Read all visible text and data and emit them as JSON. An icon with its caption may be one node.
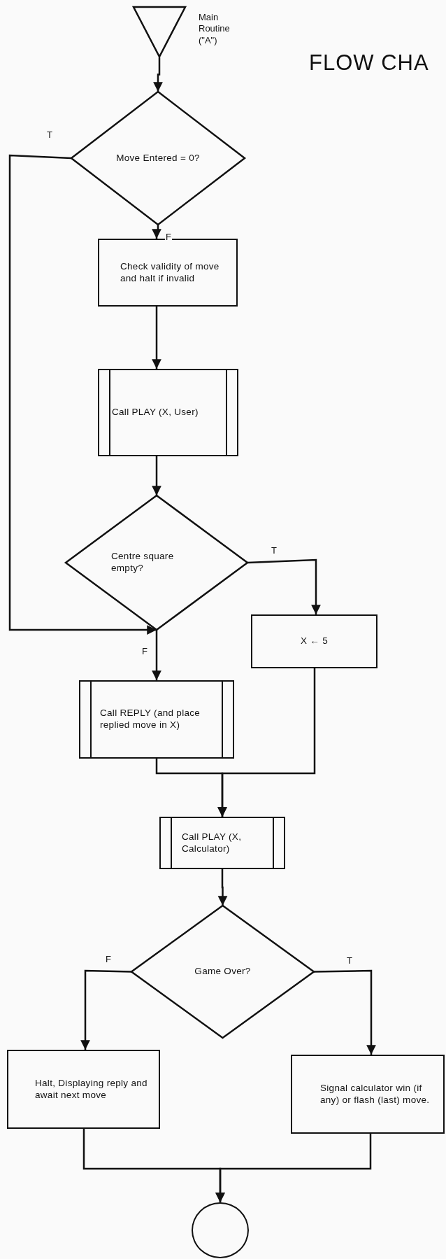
{
  "diagram": {
    "title": "FLOW CHA",
    "nodes": [
      {
        "text": [],
        "shape": "triangle",
        "beside": [
          "Main Routine (\"A\")"
        ]
      },
      {
        "text": [
          "Move Entered = 0?"
        ]
      },
      {
        "text": [
          "Check validity of move and halt if invalid"
        ]
      },
      {
        "text": [
          "Call PLAY (X, User)"
        ]
      },
      {
        "text": [
          "Centre square empty?"
        ]
      },
      {
        "text": [
          "X ← 5"
        ]
      },
      {
        "text": [
          "Call REPLY (and place replied move in X)"
        ]
      },
      {
        "text": [
          "Call PLAY (X, Calculator)"
        ]
      },
      {
        "text": [
          "Game Over?"
        ]
      },
      {
        "text": [
          "Halt, Displaying reply and await next move"
        ]
      },
      {
        "text": [
          "Signal calculator win (if any) or flash (last) move."
        ]
      },
      {
        "text": [],
        "shape": "circle"
      }
    ],
    "edges": [
      {
        "from": 0,
        "to": 1,
        "arrow": "to"
      },
      {
        "from": 1,
        "to": 2,
        "arrow": "to",
        "label": "F"
      },
      {
        "from": 1,
        "to": 4,
        "arrow": "to",
        "label": "T"
      },
      {
        "from": 2,
        "to": 3,
        "arrow": "to"
      },
      {
        "from": 3,
        "to": 4,
        "arrow": "to"
      },
      {
        "from": 4,
        "to": 5,
        "arrow": "to",
        "label": "T"
      },
      {
        "from": 4,
        "to": 6,
        "arrow": "to",
        "label": "F"
      },
      {
        "from": 6,
        "to": 7,
        "arrow": "to"
      },
      {
        "from": 5,
        "to": 7,
        "arrow": "to"
      },
      {
        "from": 7,
        "to": 8,
        "arrow": "to"
      },
      {
        "from": 8,
        "to": 9,
        "arrow": "to",
        "label": "F"
      },
      {
        "from": 8,
        "to": 10,
        "arrow": "to",
        "label": "T"
      },
      {
        "from": 9,
        "to": 11,
        "arrow": "to"
      },
      {
        "from": 10,
        "to": 11,
        "arrow": "to"
      }
    ]
  }
}
